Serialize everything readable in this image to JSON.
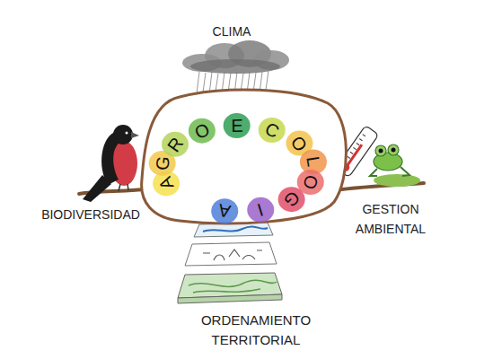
{
  "diagram": {
    "nodes": [
      {
        "text": [
          "AGROECOLOGIA"
        ]
      }
    ],
    "labels": [
      "CLIMA",
      "BIODIVERSIDAD",
      "GESTION AMBIENTAL",
      "ORDENAMIENTO TERRITORIAL"
    ]
  }
}
